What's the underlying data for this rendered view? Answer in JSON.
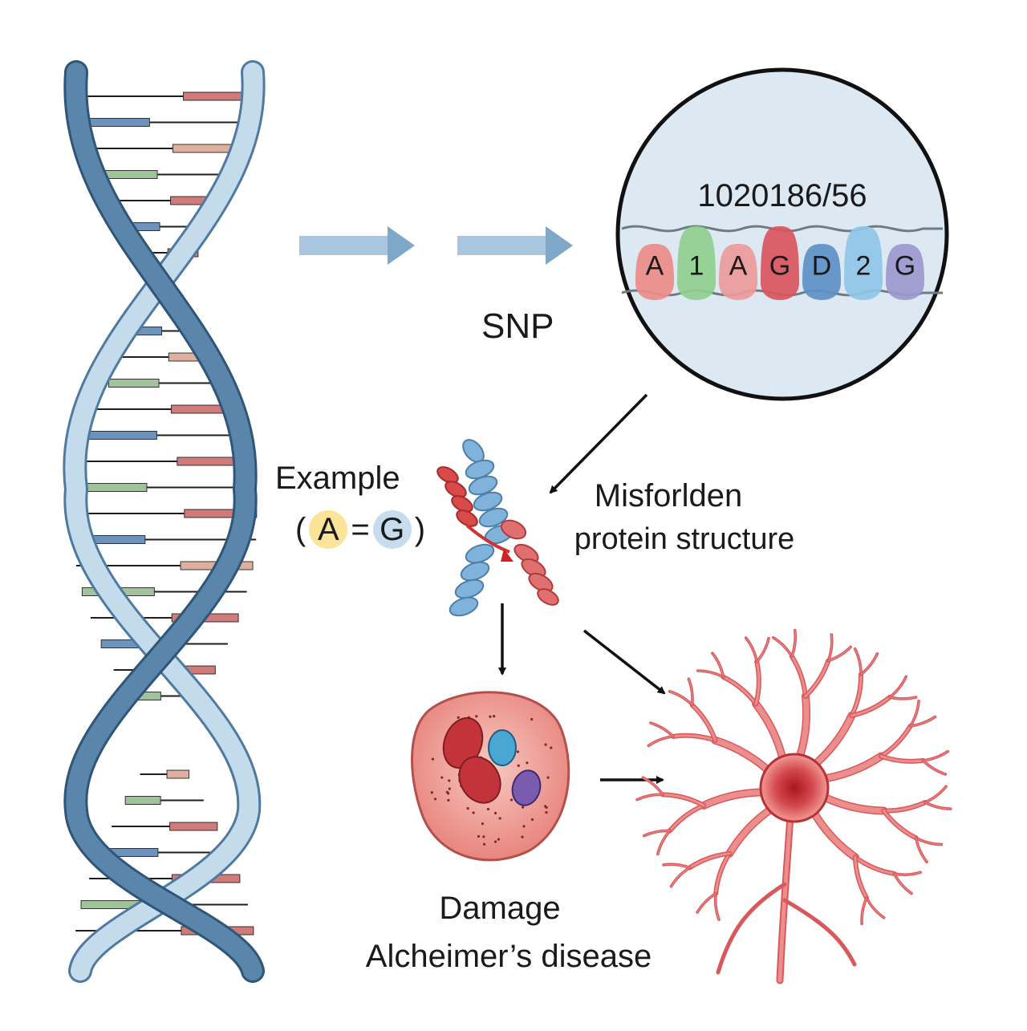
{
  "snp_label": "SNP",
  "zoom": {
    "id_text": "1020186/56",
    "bases": [
      {
        "letter": "A",
        "color": "#ea8b88"
      },
      {
        "letter": "1",
        "color": "#8fcf8f"
      },
      {
        "letter": "A",
        "color": "#ec9a9a"
      },
      {
        "letter": "G",
        "color": "#d9545e"
      },
      {
        "letter": "D",
        "color": "#5d90c6"
      },
      {
        "letter": "2",
        "color": "#8fc6e8"
      },
      {
        "letter": "G",
        "color": "#9b97cf"
      }
    ]
  },
  "example": {
    "label": "Example",
    "open": "(",
    "a": "A",
    "eq": "=",
    "g": "G",
    "close": ")"
  },
  "misfolded": {
    "line1": "Misforlden",
    "line2": "protein structure"
  },
  "damage": {
    "line1": "Damage",
    "line2": "Alcheimer’s disease"
  },
  "colors": {
    "strand_dark": "#4f7aa0",
    "strand_light": "#b9d3e6",
    "rung_red": "#d07a7a",
    "rung_blue": "#6d93bd",
    "rung_green": "#9fc49a",
    "rung_pink": "#dfb0a0",
    "arrow_blue": "#8fb3d3",
    "neuron": "#d9585c",
    "cell": "#f2a9a1"
  }
}
